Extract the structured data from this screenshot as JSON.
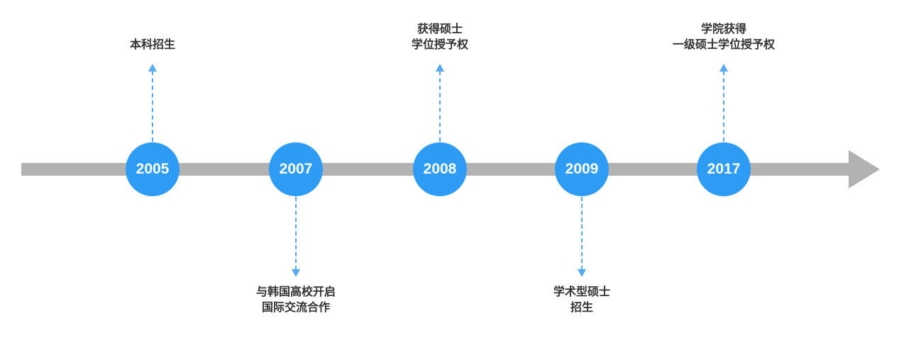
{
  "colors": {
    "node_fill": "#2E9CF4",
    "connector": "#55AAF5",
    "axis": "#B2B2B2",
    "label_text": "#333333",
    "year_text": "#FFFFFF"
  },
  "timeline": {
    "events": [
      {
        "year": "2005",
        "direction": "up",
        "label": "本科招生"
      },
      {
        "year": "2007",
        "direction": "down",
        "label": "与韩国高校开启\n国际交流合作"
      },
      {
        "year": "2008",
        "direction": "up",
        "label": "获得硕士\n学位授予权"
      },
      {
        "year": "2009",
        "direction": "down",
        "label": "学术型硕士\n招生"
      },
      {
        "year": "2017",
        "direction": "up",
        "label": "学院获得\n一级硕士学位授予权"
      }
    ]
  }
}
